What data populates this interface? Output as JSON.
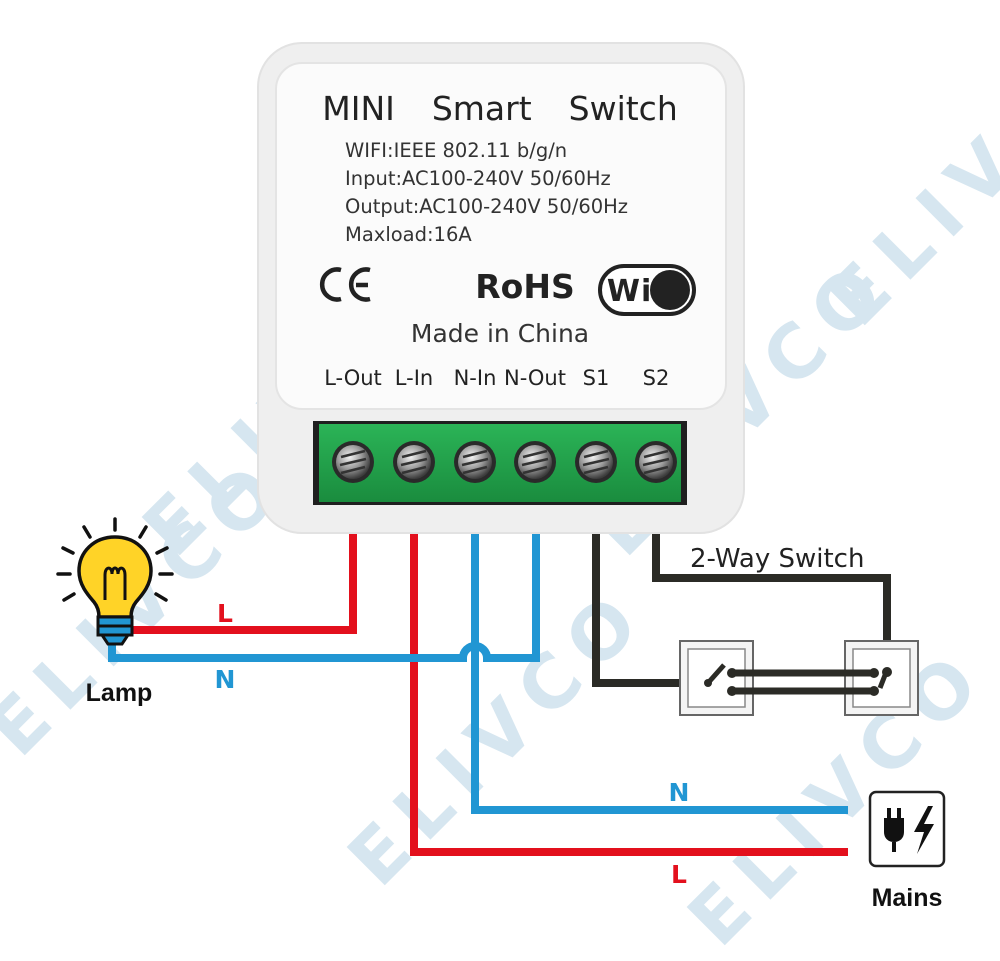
{
  "watermark": "ELIVCO",
  "device": {
    "title": "MINI  Smart  Switch",
    "specs": [
      "WIFI:IEEE 802.11 b/g/n",
      "Input:AC100-240V 50/60Hz",
      "Output:AC100-240V 50/60Hz",
      "Maxload:16A"
    ],
    "ce_mark": "CE",
    "rohs": "RoHS",
    "wifi_logo": "WiFi",
    "made_in": "Made in China",
    "terminals": [
      "L-Out",
      "L-In",
      "N-In",
      "N-Out",
      "S1",
      "S2"
    ]
  },
  "wires": {
    "lamp_live": "L",
    "lamp_neutral": "N",
    "mains_neutral": "N",
    "mains_live": "L"
  },
  "labels": {
    "lamp": "Lamp",
    "mains": "Mains",
    "two_way_switch": "2-Way Switch"
  },
  "colors": {
    "live": "#e3101d",
    "neutral": "#2196d3",
    "switch_wire": "#2b2b26",
    "terminal_block": "#21a24c"
  },
  "icons": [
    "light-bulb-icon",
    "plug-power-icon",
    "wifi-logo-icon",
    "ce-mark-icon"
  ]
}
